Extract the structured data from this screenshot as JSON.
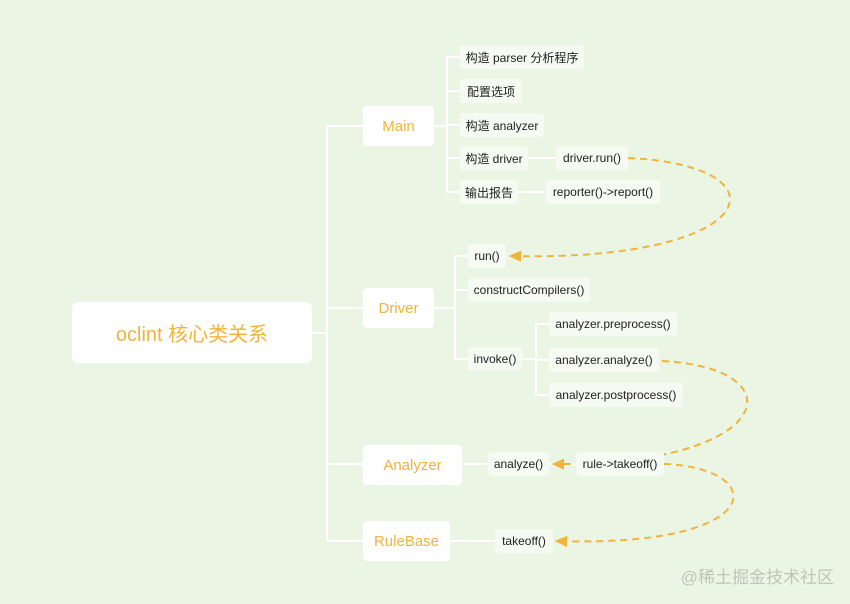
{
  "colors": {
    "background": "#eaf5e3",
    "line": "#ffffff",
    "accent": "#f2b33d",
    "dashed_arrow": "#f2b33d"
  },
  "root": {
    "label": "oclint 核心类关系"
  },
  "branches": {
    "main": "Main",
    "driver": "Driver",
    "analyzer": "Analyzer",
    "rulebase": "RuleBase"
  },
  "main_children": {
    "parser": "构造 parser 分析程序",
    "options": "配置选项",
    "analyzer": "构造 analyzer",
    "driver": "构造 driver",
    "driver_run": "driver.run()",
    "report": "输出报告",
    "reporter": "reporter()->report()"
  },
  "driver_children": {
    "run": "run()",
    "construct": "constructCompilers()",
    "invoke": "invoke()",
    "preprocess": "analyzer.preprocess()",
    "analyze": "analyzer.analyze()",
    "postprocess": "analyzer.postprocess()"
  },
  "analyzer_children": {
    "analyze": "analyze()",
    "takeoff": "rule->takeoff()"
  },
  "rulebase_children": {
    "takeoff": "takeoff()"
  },
  "watermark": "@稀土掘金技术社区"
}
